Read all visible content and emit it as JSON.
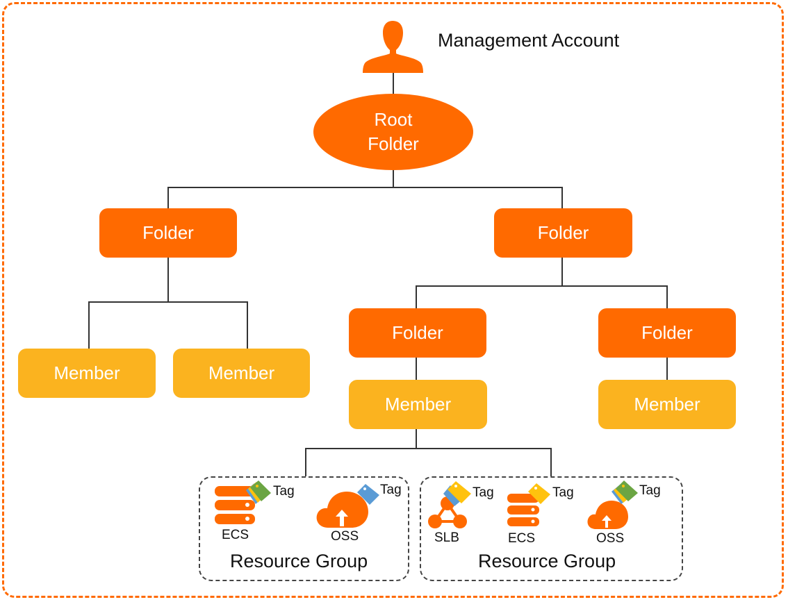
{
  "colors": {
    "folder": "#FF6A00",
    "member": "#FBB31F",
    "border": "#FF6A00",
    "tag_green": "#6BA543",
    "tag_blue": "#5A9BD5",
    "tag_yellow": "#FFC20E"
  },
  "management_account": {
    "label": "Management Account",
    "icon": "user-icon"
  },
  "root": {
    "line1": "Root",
    "line2": "Folder"
  },
  "folders": {
    "left": {
      "label": "Folder",
      "members": [
        {
          "label": "Member"
        },
        {
          "label": "Member"
        }
      ]
    },
    "right": {
      "label": "Folder",
      "sub_folders": [
        {
          "label": "Folder",
          "member": {
            "label": "Member"
          }
        },
        {
          "label": "Folder",
          "member": {
            "label": "Member"
          }
        }
      ]
    }
  },
  "resource_groups": [
    {
      "label": "Resource Group",
      "resources": [
        {
          "name": "ECS",
          "icon": "server-icon",
          "tag": "Tag"
        },
        {
          "name": "OSS",
          "icon": "cloud-upload-icon",
          "tag": "Tag"
        }
      ]
    },
    {
      "label": "Resource Group",
      "resources": [
        {
          "name": "SLB",
          "icon": "load-balancer-icon",
          "tag": "Tag"
        },
        {
          "name": "ECS",
          "icon": "server-icon",
          "tag": "Tag"
        },
        {
          "name": "OSS",
          "icon": "cloud-upload-icon",
          "tag": "Tag"
        }
      ]
    }
  ]
}
